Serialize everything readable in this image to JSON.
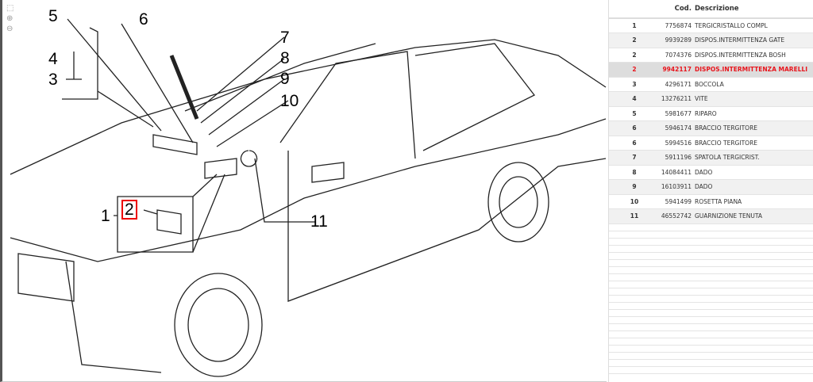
{
  "diagram": {
    "callouts": [
      "1",
      "2",
      "3",
      "4",
      "5",
      "6",
      "7",
      "8",
      "9",
      "10",
      "11"
    ],
    "highlighted": "2"
  },
  "toolbar": {
    "icons": [
      "fit-icon",
      "zoom-in-icon",
      "zoom-out-icon"
    ]
  },
  "table": {
    "headers": {
      "cod": "Cod.",
      "desc": "Descrizione"
    },
    "rows": [
      {
        "n": "1",
        "cod": "7756874",
        "desc": "TERGICRISTALLO COMPL"
      },
      {
        "n": "2",
        "cod": "9939289",
        "desc": "DISPOS.INTERMITTENZA GATE"
      },
      {
        "n": "2",
        "cod": "7074376",
        "desc": "DISPOS.INTERMITTENZA BOSH"
      },
      {
        "n": "2",
        "cod": "9942117",
        "desc": "DISPOS.INTERMITTENZA MARELLI",
        "selected": true
      },
      {
        "n": "3",
        "cod": "4296171",
        "desc": "BOCCOLA"
      },
      {
        "n": "4",
        "cod": "13276211",
        "desc": "VITE"
      },
      {
        "n": "5",
        "cod": "5981677",
        "desc": "RIPARO"
      },
      {
        "n": "6",
        "cod": "5946174",
        "desc": "BRACCIO TERGITORE"
      },
      {
        "n": "6",
        "cod": "5994516",
        "desc": "BRACCIO TERGITORE"
      },
      {
        "n": "7",
        "cod": "5911196",
        "desc": "SPATOLA TERGICRIST."
      },
      {
        "n": "8",
        "cod": "14084411",
        "desc": "DADO"
      },
      {
        "n": "9",
        "cod": "16103911",
        "desc": "DADO"
      },
      {
        "n": "10",
        "cod": "5941499",
        "desc": "ROSETTA PIANA"
      },
      {
        "n": "11",
        "cod": "46552742",
        "desc": "GUARNIZIONE TENUTA"
      }
    ],
    "colors": {
      "selected": "#e8141c"
    }
  }
}
